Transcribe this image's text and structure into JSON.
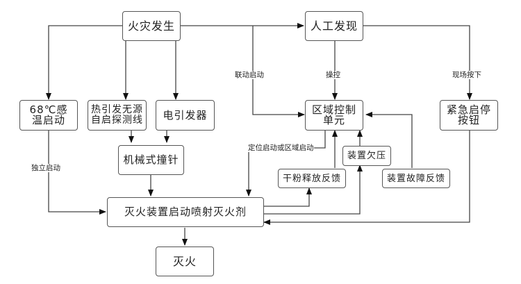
{
  "nodes": {
    "fire_occurs": "火灾发生",
    "manual_discovery": "人工发现",
    "temp_sensor": "68℃感\n温启动",
    "heat_wire": "热引发无源\n自启探测线",
    "electric_trigger": "电引发器",
    "zone_control": "区域控制\n单元",
    "emergency_button": "紧急启停\n按钮",
    "mech_pin": "机械式撞针",
    "undervoltage": "装置欠压",
    "powder_feedback": "干粉释放反馈",
    "fault_feedback": "装置故障反馈",
    "device_spray": "灭火装置启动喷射灭火剂",
    "extinguished": "灭火"
  },
  "edge_labels": {
    "linkage_start": "联动启动",
    "operate": "操控",
    "press_on_site": "现场按下",
    "independent_start": "独立启动",
    "position_or_zone_start": "定位启动或区域启动"
  }
}
